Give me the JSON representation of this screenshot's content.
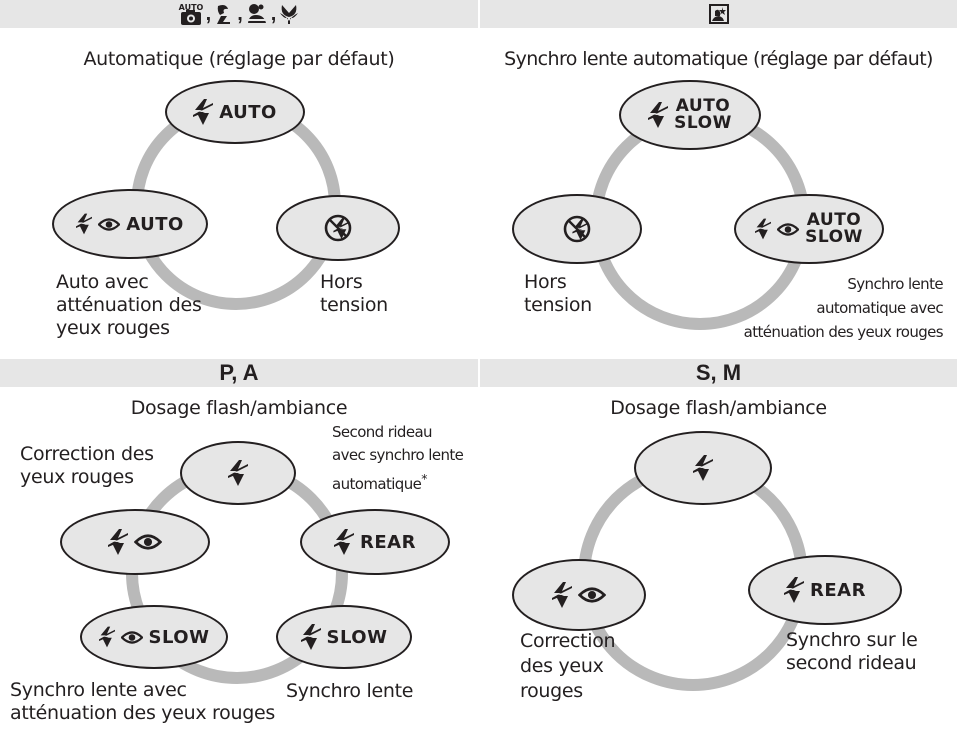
{
  "panels": {
    "auto": {
      "header_icons": [
        "auto-icon",
        "portrait-icon",
        "child-icon",
        "close-up-icon"
      ],
      "subtitle": "Automatique (réglage par défaut)",
      "modes": [
        {
          "icon": "flash-icon",
          "label": "AUTO"
        },
        {
          "icon": "flash-red-eye-icon",
          "label": "AUTO"
        },
        {
          "icon": "flash-off-icon",
          "label": ""
        }
      ],
      "caption_left": [
        "Auto avec",
        "atténuation des",
        "yeux rouges"
      ],
      "caption_right": [
        "Hors",
        "tension"
      ]
    },
    "night": {
      "header_icons": [
        "night-portrait-icon"
      ],
      "subtitle": "Synchro lente automatique (réglage par défaut)",
      "modes": [
        {
          "icon": "flash-icon",
          "label": [
            "AUTO",
            "SLOW"
          ]
        },
        {
          "icon": "flash-off-icon",
          "label": ""
        },
        {
          "icon": "flash-red-eye-icon",
          "label": [
            "AUTO",
            "SLOW"
          ]
        }
      ],
      "caption_left": [
        "Hors",
        "tension"
      ],
      "caption_right": [
        "Synchro lente",
        "automatique avec",
        "atténuation des yeux rouges"
      ]
    },
    "pa": {
      "header": "P, A",
      "subtitle": "Dosage flash/ambiance",
      "modes": [
        {
          "icon": "flash-icon",
          "label": ""
        },
        {
          "icon": "flash-red-eye-icon",
          "label": ""
        },
        {
          "icon": "flash-icon",
          "label": "REAR"
        },
        {
          "icon": "flash-red-eye-icon",
          "label": "SLOW"
        },
        {
          "icon": "flash-icon",
          "label": "SLOW"
        }
      ],
      "caption_red_eye": [
        "Correction des",
        "yeux rouges"
      ],
      "caption_rear": [
        "Second rideau",
        "avec synchro lente",
        "automatique"
      ],
      "footnote_mark": "*",
      "caption_slow_red": [
        "Synchro lente avec",
        "atténuation des yeux rouges"
      ],
      "caption_slow": "Synchro lente"
    },
    "sm": {
      "header": "S, M",
      "subtitle": "Dosage flash/ambiance",
      "modes": [
        {
          "icon": "flash-icon",
          "label": ""
        },
        {
          "icon": "flash-red-eye-icon",
          "label": ""
        },
        {
          "icon": "flash-icon",
          "label": "REAR"
        }
      ],
      "caption_left": [
        "Correction",
        "des yeux",
        "rouges"
      ],
      "caption_right": [
        "Synchro sur le",
        "second rideau"
      ]
    }
  },
  "colors": {
    "header_bg": "#e6e6e6",
    "ring": "#b9b9b9",
    "oval_fill": "#e6e6e6",
    "ink": "#231f20"
  }
}
